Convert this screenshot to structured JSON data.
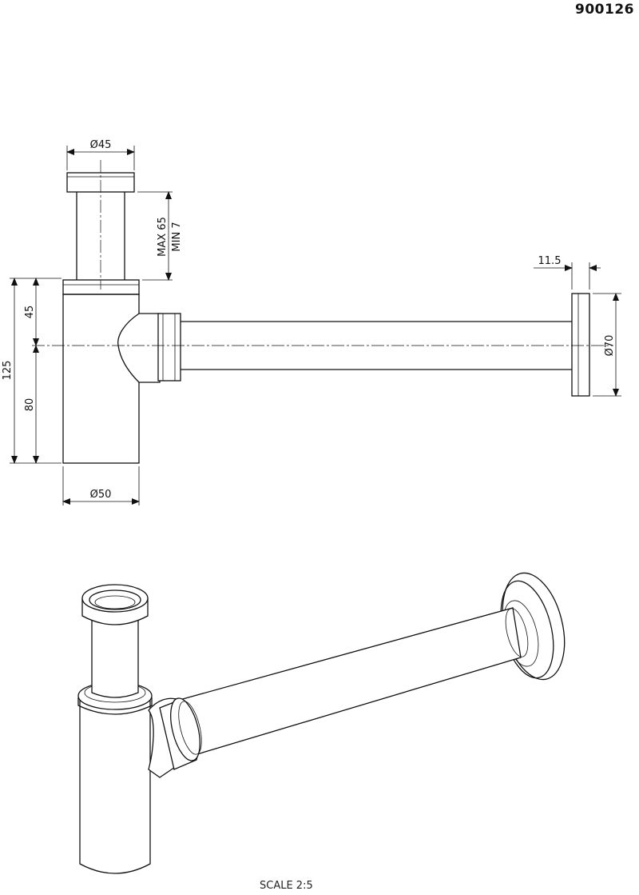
{
  "drawing_number": "900126",
  "scale_label": "SCALE  2:5",
  "dimensions": {
    "top_diameter": "Ø45",
    "adjust_max": "MAX 65",
    "adjust_min": "MIN 7",
    "total_height": "125",
    "upper_height": "45",
    "lower_height": "80",
    "body_diameter": "Ø50",
    "flange_thickness": "11.5",
    "flange_diameter": "Ø70"
  }
}
